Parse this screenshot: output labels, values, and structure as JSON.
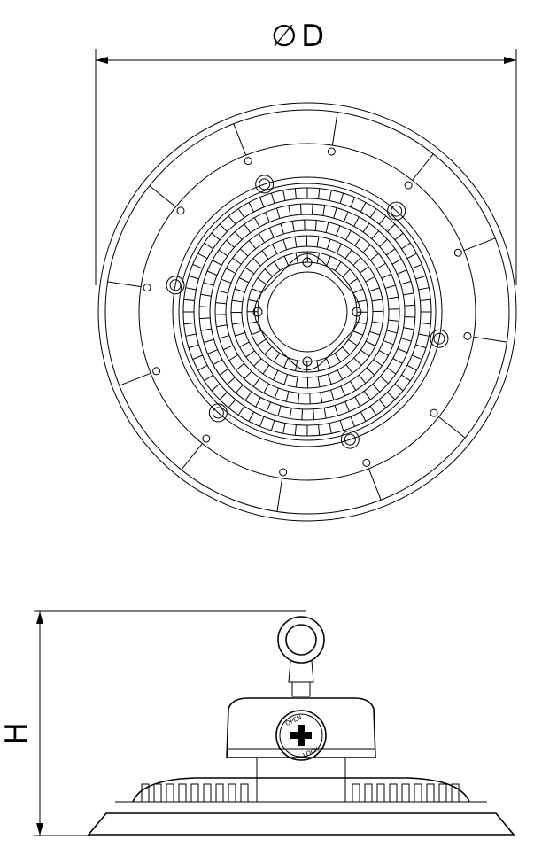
{
  "top_view": {
    "diameter_label": "D",
    "diameter_symbol": "∅"
  },
  "side_view": {
    "height_label": "H",
    "knob_text_top": "OPEN",
    "knob_text_bottom": "LOCK"
  },
  "colors": {
    "line": "#000000",
    "background": "#ffffff"
  }
}
